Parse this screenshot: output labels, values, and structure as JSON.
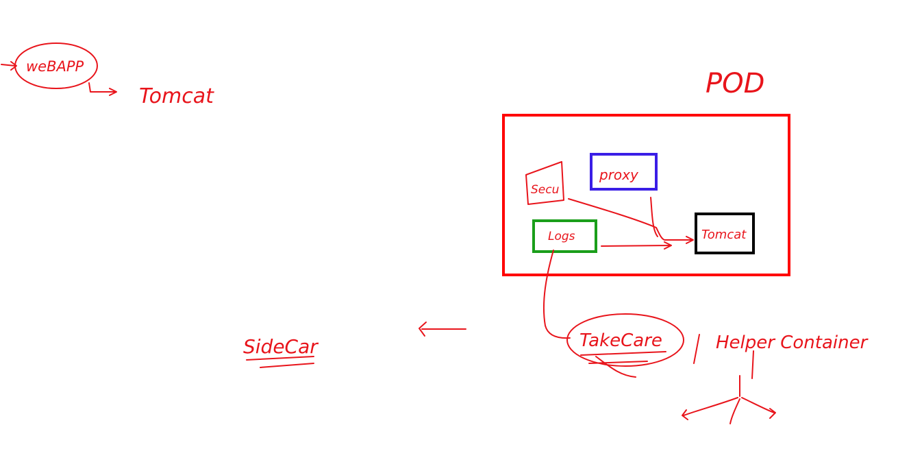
{
  "labels": {
    "webapp": "weBAPP",
    "tomcat_top": "Tomcat",
    "pod": "POD",
    "secu": "Secu",
    "proxy": "proxy",
    "logs": "Logs",
    "tomcat_inner": "Tomcat",
    "sidecar": "SideCar",
    "takecare": "TakeCare",
    "helper": "Helper Container"
  },
  "colors": {
    "ink": "#e8141b",
    "pod_box": "#ff0000",
    "proxy_box": "#3a1ee6",
    "logs_box": "#1a9e1a",
    "tomcat_box": "#000000"
  }
}
